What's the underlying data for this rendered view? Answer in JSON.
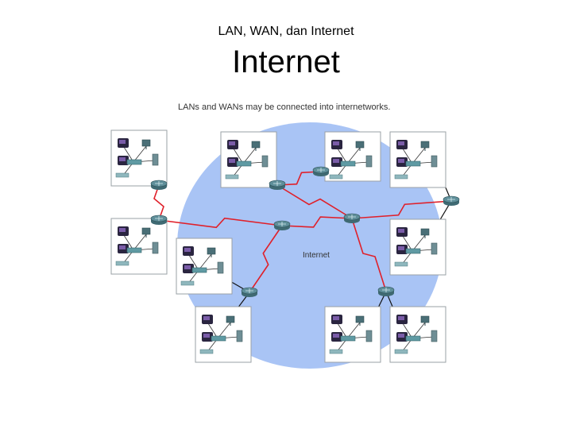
{
  "header": {
    "subtitle": "LAN, WAN, dan Internet",
    "title": "Internet"
  },
  "diagram": {
    "caption": "LANs and WANs may be connected into internetworks.",
    "cloud_label": "Internet",
    "colors": {
      "cloud": "#a9c4f5",
      "wan_link": "#e0202a",
      "lan_link": "#111111",
      "router": "#5f8f9a",
      "lan_box_border": "#9aa0a6",
      "lan_box_bg": "#ffffff"
    },
    "lans": [
      "lan-1",
      "lan-2",
      "lan-3",
      "lan-4",
      "lan-5",
      "lan-6",
      "lan-7",
      "lan-8",
      "lan-9"
    ],
    "icons": [
      "pc-icon",
      "monitor-icon",
      "server-icon",
      "switch-icon",
      "router-icon"
    ]
  }
}
